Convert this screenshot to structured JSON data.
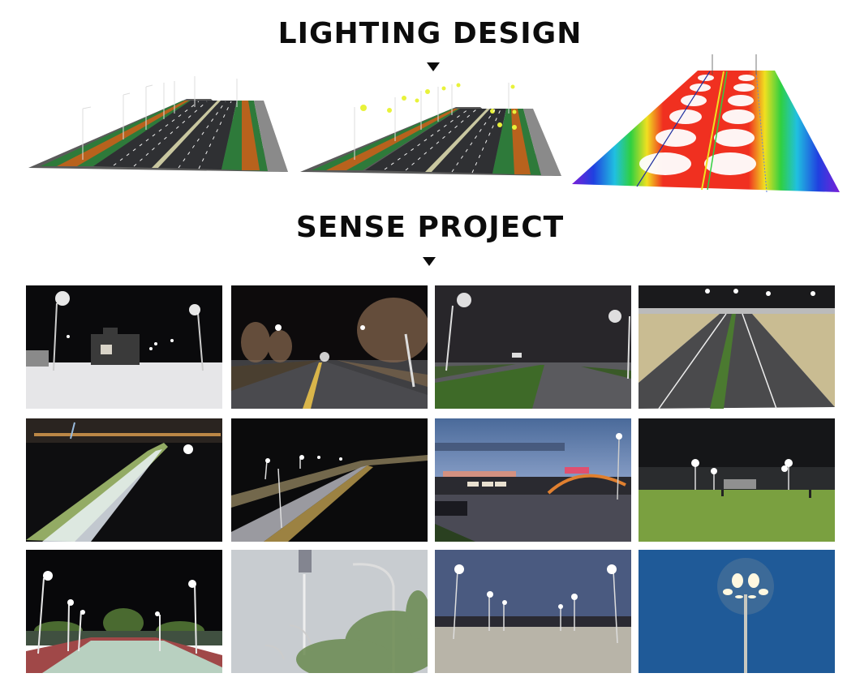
{
  "sections": {
    "design": {
      "title": "LIGHTING DESIGN"
    },
    "projects": {
      "title": "SENSE PROJECT"
    }
  },
  "design_renders": [
    {
      "name": "road-3d-model",
      "description": "3D road model with street poles, green and orange side strips"
    },
    {
      "name": "road-3d-lit",
      "description": "3D road model with illuminated yellow lamp heads"
    },
    {
      "name": "illuminance-heatmap",
      "description": "False-color illuminance distribution over road"
    }
  ],
  "projects": [
    {
      "name": "snowy-yard-night",
      "description": "Street lights over snow-covered yard at night"
    },
    {
      "name": "tree-lined-avenue-night",
      "description": "Avenue with lit trees and street lights"
    },
    {
      "name": "divided-highway-fog",
      "description": "Divided highway with hedge median under street lights"
    },
    {
      "name": "sunken-expressway",
      "description": "Sunken expressway with retaining walls"
    },
    {
      "name": "coastal-road-aerial",
      "description": "Aerial night view of lit coastal road"
    },
    {
      "name": "elevated-highway-night",
      "description": "Highway embankment with lights at night"
    },
    {
      "name": "shopping-mall-parking",
      "description": "Mall parking lot at dusk with high pole light"
    },
    {
      "name": "football-pitch-night",
      "description": "Artificial turf pitch under floodlights"
    },
    {
      "name": "tennis-court-night",
      "description": "Sports court with pole lights at night"
    },
    {
      "name": "street-poles-daytime",
      "description": "High-mast and street poles in daylight"
    },
    {
      "name": "open-plaza-dusk",
      "description": "Open concrete plaza with lights at dusk"
    },
    {
      "name": "high-mast-blue-sky",
      "description": "High-mast multi-head lamp against blue sky"
    }
  ],
  "colors": {
    "heading": "#0c0c0c",
    "background": "#ffffff"
  }
}
